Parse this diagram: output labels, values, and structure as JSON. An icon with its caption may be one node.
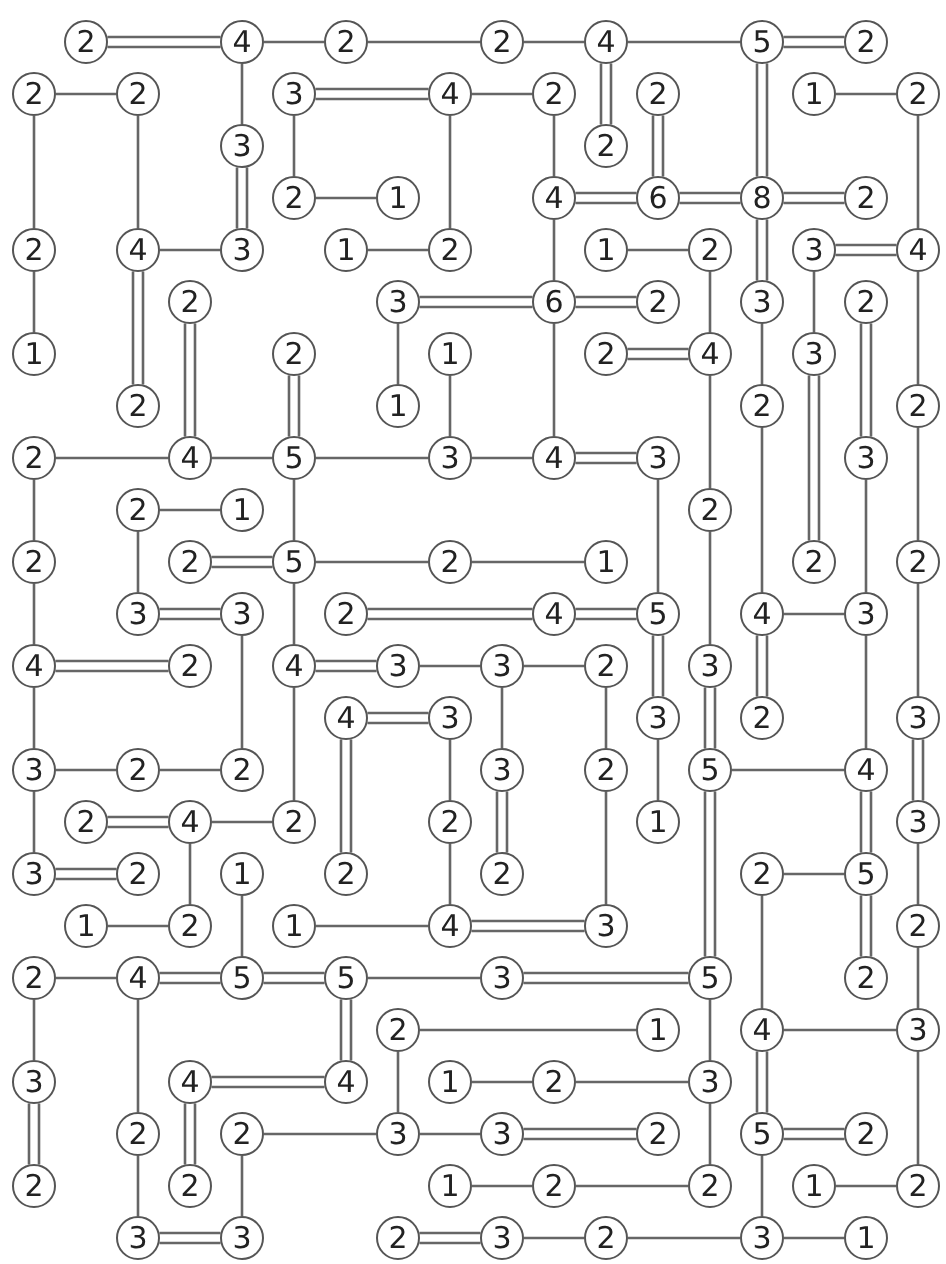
{
  "diagram": {
    "nodes": [
      {
        "text": [
          "2"
        ]
      },
      {
        "text": [
          "4"
        ]
      },
      {
        "text": [
          "2"
        ]
      },
      {
        "text": [
          "2"
        ]
      },
      {
        "text": [
          "4"
        ]
      },
      {
        "text": [
          "5"
        ]
      },
      {
        "text": [
          "2"
        ]
      },
      {
        "text": [
          "2"
        ]
      },
      {
        "text": [
          "2"
        ]
      },
      {
        "text": [
          "3"
        ]
      },
      {
        "text": [
          "4"
        ]
      },
      {
        "text": [
          "2"
        ]
      },
      {
        "text": [
          "2"
        ]
      },
      {
        "text": [
          "1"
        ]
      },
      {
        "text": [
          "2"
        ]
      },
      {
        "text": [
          "3"
        ]
      },
      {
        "text": [
          "2"
        ]
      },
      {
        "text": [
          "2"
        ]
      },
      {
        "text": [
          "1"
        ]
      },
      {
        "text": [
          "4"
        ]
      },
      {
        "text": [
          "6"
        ]
      },
      {
        "text": [
          "8"
        ]
      },
      {
        "text": [
          "2"
        ]
      },
      {
        "text": [
          "2"
        ]
      },
      {
        "text": [
          "4"
        ]
      },
      {
        "text": [
          "3"
        ]
      },
      {
        "text": [
          "1"
        ]
      },
      {
        "text": [
          "2"
        ]
      },
      {
        "text": [
          "1"
        ]
      },
      {
        "text": [
          "2"
        ]
      },
      {
        "text": [
          "3"
        ]
      },
      {
        "text": [
          "4"
        ]
      },
      {
        "text": [
          "2"
        ]
      },
      {
        "text": [
          "3"
        ]
      },
      {
        "text": [
          "6"
        ]
      },
      {
        "text": [
          "2"
        ]
      },
      {
        "text": [
          "3"
        ]
      },
      {
        "text": [
          "2"
        ]
      },
      {
        "text": [
          "1"
        ]
      },
      {
        "text": [
          "2"
        ]
      },
      {
        "text": [
          "1"
        ]
      },
      {
        "text": [
          "2"
        ]
      },
      {
        "text": [
          "4"
        ]
      },
      {
        "text": [
          "3"
        ]
      },
      {
        "text": [
          "2"
        ]
      },
      {
        "text": [
          "1"
        ]
      },
      {
        "text": [
          "2"
        ]
      },
      {
        "text": [
          "2"
        ]
      },
      {
        "text": [
          "2"
        ]
      },
      {
        "text": [
          "4"
        ]
      },
      {
        "text": [
          "5"
        ]
      },
      {
        "text": [
          "3"
        ]
      },
      {
        "text": [
          "4"
        ]
      },
      {
        "text": [
          "3"
        ]
      },
      {
        "text": [
          "3"
        ]
      },
      {
        "text": [
          "2"
        ]
      },
      {
        "text": [
          "1"
        ]
      },
      {
        "text": [
          "2"
        ]
      },
      {
        "text": [
          "2"
        ]
      },
      {
        "text": [
          "2"
        ]
      },
      {
        "text": [
          "5"
        ]
      },
      {
        "text": [
          "2"
        ]
      },
      {
        "text": [
          "1"
        ]
      },
      {
        "text": [
          "2"
        ]
      },
      {
        "text": [
          "2"
        ]
      },
      {
        "text": [
          "3"
        ]
      },
      {
        "text": [
          "3"
        ]
      },
      {
        "text": [
          "2"
        ]
      },
      {
        "text": [
          "4"
        ]
      },
      {
        "text": [
          "5"
        ]
      },
      {
        "text": [
          "4"
        ]
      },
      {
        "text": [
          "3"
        ]
      },
      {
        "text": [
          "4"
        ]
      },
      {
        "text": [
          "2"
        ]
      },
      {
        "text": [
          "4"
        ]
      },
      {
        "text": [
          "3"
        ]
      },
      {
        "text": [
          "3"
        ]
      },
      {
        "text": [
          "2"
        ]
      },
      {
        "text": [
          "3"
        ]
      },
      {
        "text": [
          "4"
        ]
      },
      {
        "text": [
          "3"
        ]
      },
      {
        "text": [
          "3"
        ]
      },
      {
        "text": [
          "2"
        ]
      },
      {
        "text": [
          "3"
        ]
      },
      {
        "text": [
          "3"
        ]
      },
      {
        "text": [
          "2"
        ]
      },
      {
        "text": [
          "2"
        ]
      },
      {
        "text": [
          "3"
        ]
      },
      {
        "text": [
          "2"
        ]
      },
      {
        "text": [
          "5"
        ]
      },
      {
        "text": [
          "4"
        ]
      },
      {
        "text": [
          "2"
        ]
      },
      {
        "text": [
          "4"
        ]
      },
      {
        "text": [
          "2"
        ]
      },
      {
        "text": [
          "2"
        ]
      },
      {
        "text": [
          "1"
        ]
      },
      {
        "text": [
          "3"
        ]
      },
      {
        "text": [
          "3"
        ]
      },
      {
        "text": [
          "2"
        ]
      },
      {
        "text": [
          "1"
        ]
      },
      {
        "text": [
          "2"
        ]
      },
      {
        "text": [
          "2"
        ]
      },
      {
        "text": [
          "2"
        ]
      },
      {
        "text": [
          "5"
        ]
      },
      {
        "text": [
          "1"
        ]
      },
      {
        "text": [
          "2"
        ]
      },
      {
        "text": [
          "1"
        ]
      },
      {
        "text": [
          "4"
        ]
      },
      {
        "text": [
          "3"
        ]
      },
      {
        "text": [
          "2"
        ]
      },
      {
        "text": [
          "2"
        ]
      },
      {
        "text": [
          "4"
        ]
      },
      {
        "text": [
          "5"
        ]
      },
      {
        "text": [
          "5"
        ]
      },
      {
        "text": [
          "3"
        ]
      },
      {
        "text": [
          "5"
        ]
      },
      {
        "text": [
          "2"
        ]
      },
      {
        "text": [
          "2"
        ]
      },
      {
        "text": [
          "1"
        ]
      },
      {
        "text": [
          "4"
        ]
      },
      {
        "text": [
          "3"
        ]
      },
      {
        "text": [
          "3"
        ]
      },
      {
        "text": [
          "4"
        ]
      },
      {
        "text": [
          "4"
        ]
      },
      {
        "text": [
          "1"
        ]
      },
      {
        "text": [
          "2"
        ]
      },
      {
        "text": [
          "3"
        ]
      },
      {
        "text": [
          "2"
        ]
      },
      {
        "text": [
          "2"
        ]
      },
      {
        "text": [
          "3"
        ]
      },
      {
        "text": [
          "3"
        ]
      },
      {
        "text": [
          "2"
        ]
      },
      {
        "text": [
          "5"
        ]
      },
      {
        "text": [
          "2"
        ]
      },
      {
        "text": [
          "2"
        ]
      },
      {
        "text": [
          "2"
        ]
      },
      {
        "text": [
          "1"
        ]
      },
      {
        "text": [
          "2"
        ]
      },
      {
        "text": [
          "2"
        ]
      },
      {
        "text": [
          "1"
        ]
      },
      {
        "text": [
          "2"
        ]
      },
      {
        "text": [
          "3"
        ]
      },
      {
        "text": [
          "3"
        ]
      },
      {
        "text": [
          "2"
        ]
      },
      {
        "text": [
          "3"
        ]
      },
      {
        "text": [
          "2"
        ]
      },
      {
        "text": [
          "3"
        ]
      },
      {
        "text": [
          "1"
        ]
      }
    ],
    "edges": [
      {
        "from": 0,
        "to": 1,
        "arrow": "none"
      },
      {
        "from": 0,
        "to": 1,
        "arrow": "none"
      },
      {
        "from": 1,
        "to": 2,
        "arrow": "none"
      },
      {
        "from": 1,
        "to": 15,
        "arrow": "none"
      },
      {
        "from": 2,
        "to": 3,
        "arrow": "none"
      },
      {
        "from": 3,
        "to": 4,
        "arrow": "none"
      },
      {
        "from": 4,
        "to": 5,
        "arrow": "none"
      },
      {
        "from": 4,
        "to": 16,
        "arrow": "none"
      },
      {
        "from": 4,
        "to": 16,
        "arrow": "none"
      },
      {
        "from": 5,
        "to": 6,
        "arrow": "none"
      },
      {
        "from": 5,
        "to": 6,
        "arrow": "none"
      },
      {
        "from": 5,
        "to": 21,
        "arrow": "none"
      },
      {
        "from": 5,
        "to": 21,
        "arrow": "none"
      },
      {
        "from": 7,
        "to": 8,
        "arrow": "none"
      },
      {
        "from": 7,
        "to": 23,
        "arrow": "none"
      },
      {
        "from": 8,
        "to": 24,
        "arrow": "none"
      },
      {
        "from": 9,
        "to": 10,
        "arrow": "none"
      },
      {
        "from": 9,
        "to": 10,
        "arrow": "none"
      },
      {
        "from": 9,
        "to": 17,
        "arrow": "none"
      },
      {
        "from": 10,
        "to": 11,
        "arrow": "none"
      },
      {
        "from": 10,
        "to": 27,
        "arrow": "none"
      },
      {
        "from": 11,
        "to": 19,
        "arrow": "none"
      },
      {
        "from": 12,
        "to": 20,
        "arrow": "none"
      },
      {
        "from": 12,
        "to": 20,
        "arrow": "none"
      },
      {
        "from": 13,
        "to": 14,
        "arrow": "none"
      },
      {
        "from": 14,
        "to": 31,
        "arrow": "none"
      },
      {
        "from": 15,
        "to": 25,
        "arrow": "none"
      },
      {
        "from": 15,
        "to": 25,
        "arrow": "none"
      },
      {
        "from": 17,
        "to": 18,
        "arrow": "none"
      },
      {
        "from": 19,
        "to": 20,
        "arrow": "none"
      },
      {
        "from": 19,
        "to": 20,
        "arrow": "none"
      },
      {
        "from": 19,
        "to": 34,
        "arrow": "none"
      },
      {
        "from": 20,
        "to": 21,
        "arrow": "none"
      },
      {
        "from": 20,
        "to": 21,
        "arrow": "none"
      },
      {
        "from": 21,
        "to": 22,
        "arrow": "none"
      },
      {
        "from": 21,
        "to": 22,
        "arrow": "none"
      },
      {
        "from": 21,
        "to": 36,
        "arrow": "none"
      },
      {
        "from": 21,
        "to": 36,
        "arrow": "none"
      },
      {
        "from": 23,
        "to": 38,
        "arrow": "none"
      },
      {
        "from": 24,
        "to": 25,
        "arrow": "none"
      },
      {
        "from": 24,
        "to": 44,
        "arrow": "none"
      },
      {
        "from": 24,
        "to": 44,
        "arrow": "none"
      },
      {
        "from": 26,
        "to": 27,
        "arrow": "none"
      },
      {
        "from": 28,
        "to": 29,
        "arrow": "none"
      },
      {
        "from": 29,
        "to": 42,
        "arrow": "none"
      },
      {
        "from": 30,
        "to": 31,
        "arrow": "none"
      },
      {
        "from": 30,
        "to": 31,
        "arrow": "none"
      },
      {
        "from": 30,
        "to": 43,
        "arrow": "none"
      },
      {
        "from": 31,
        "to": 47,
        "arrow": "none"
      },
      {
        "from": 32,
        "to": 49,
        "arrow": "none"
      },
      {
        "from": 32,
        "to": 49,
        "arrow": "none"
      },
      {
        "from": 33,
        "to": 34,
        "arrow": "none"
      },
      {
        "from": 33,
        "to": 34,
        "arrow": "none"
      },
      {
        "from": 33,
        "to": 45,
        "arrow": "none"
      },
      {
        "from": 34,
        "to": 35,
        "arrow": "none"
      },
      {
        "from": 34,
        "to": 35,
        "arrow": "none"
      },
      {
        "from": 34,
        "to": 52,
        "arrow": "none"
      },
      {
        "from": 36,
        "to": 46,
        "arrow": "none"
      },
      {
        "from": 37,
        "to": 54,
        "arrow": "none"
      },
      {
        "from": 37,
        "to": 54,
        "arrow": "none"
      },
      {
        "from": 39,
        "to": 50,
        "arrow": "none"
      },
      {
        "from": 39,
        "to": 50,
        "arrow": "none"
      },
      {
        "from": 40,
        "to": 51,
        "arrow": "none"
      },
      {
        "from": 41,
        "to": 42,
        "arrow": "none"
      },
      {
        "from": 41,
        "to": 42,
        "arrow": "none"
      },
      {
        "from": 42,
        "to": 57,
        "arrow": "none"
      },
      {
        "from": 43,
        "to": 63,
        "arrow": "none"
      },
      {
        "from": 43,
        "to": 63,
        "arrow": "none"
      },
      {
        "from": 46,
        "to": 70,
        "arrow": "none"
      },
      {
        "from": 47,
        "to": 64,
        "arrow": "none"
      },
      {
        "from": 48,
        "to": 49,
        "arrow": "none"
      },
      {
        "from": 48,
        "to": 58,
        "arrow": "none"
      },
      {
        "from": 49,
        "to": 50,
        "arrow": "none"
      },
      {
        "from": 50,
        "to": 51,
        "arrow": "none"
      },
      {
        "from": 50,
        "to": 60,
        "arrow": "none"
      },
      {
        "from": 51,
        "to": 52,
        "arrow": "none"
      },
      {
        "from": 52,
        "to": 53,
        "arrow": "none"
      },
      {
        "from": 52,
        "to": 53,
        "arrow": "none"
      },
      {
        "from": 53,
        "to": 69,
        "arrow": "none"
      },
      {
        "from": 54,
        "to": 71,
        "arrow": "none"
      },
      {
        "from": 55,
        "to": 56,
        "arrow": "none"
      },
      {
        "from": 55,
        "to": 65,
        "arrow": "none"
      },
      {
        "from": 57,
        "to": 78,
        "arrow": "none"
      },
      {
        "from": 58,
        "to": 72,
        "arrow": "none"
      },
      {
        "from": 59,
        "to": 60,
        "arrow": "none"
      },
      {
        "from": 59,
        "to": 60,
        "arrow": "none"
      },
      {
        "from": 60,
        "to": 61,
        "arrow": "none"
      },
      {
        "from": 60,
        "to": 74,
        "arrow": "none"
      },
      {
        "from": 61,
        "to": 62,
        "arrow": "none"
      },
      {
        "from": 64,
        "to": 83,
        "arrow": "none"
      },
      {
        "from": 65,
        "to": 66,
        "arrow": "none"
      },
      {
        "from": 65,
        "to": 66,
        "arrow": "none"
      },
      {
        "from": 66,
        "to": 86,
        "arrow": "none"
      },
      {
        "from": 67,
        "to": 68,
        "arrow": "none"
      },
      {
        "from": 67,
        "to": 68,
        "arrow": "none"
      },
      {
        "from": 68,
        "to": 69,
        "arrow": "none"
      },
      {
        "from": 68,
        "to": 69,
        "arrow": "none"
      },
      {
        "from": 69,
        "to": 81,
        "arrow": "none"
      },
      {
        "from": 69,
        "to": 81,
        "arrow": "none"
      },
      {
        "from": 70,
        "to": 71,
        "arrow": "none"
      },
      {
        "from": 70,
        "to": 82,
        "arrow": "none"
      },
      {
        "from": 70,
        "to": 82,
        "arrow": "none"
      },
      {
        "from": 71,
        "to": 90,
        "arrow": "none"
      },
      {
        "from": 72,
        "to": 73,
        "arrow": "none"
      },
      {
        "from": 72,
        "to": 73,
        "arrow": "none"
      },
      {
        "from": 72,
        "to": 84,
        "arrow": "none"
      },
      {
        "from": 74,
        "to": 75,
        "arrow": "none"
      },
      {
        "from": 74,
        "to": 75,
        "arrow": "none"
      },
      {
        "from": 74,
        "to": 93,
        "arrow": "none"
      },
      {
        "from": 75,
        "to": 76,
        "arrow": "none"
      },
      {
        "from": 76,
        "to": 77,
        "arrow": "none"
      },
      {
        "from": 76,
        "to": 87,
        "arrow": "none"
      },
      {
        "from": 77,
        "to": 88,
        "arrow": "none"
      },
      {
        "from": 78,
        "to": 89,
        "arrow": "none"
      },
      {
        "from": 78,
        "to": 89,
        "arrow": "none"
      },
      {
        "from": 79,
        "to": 80,
        "arrow": "none"
      },
      {
        "from": 79,
        "to": 80,
        "arrow": "none"
      },
      {
        "from": 79,
        "to": 100,
        "arrow": "none"
      },
      {
        "from": 79,
        "to": 100,
        "arrow": "none"
      },
      {
        "from": 80,
        "to": 94,
        "arrow": "none"
      },
      {
        "from": 81,
        "to": 95,
        "arrow": "none"
      },
      {
        "from": 83,
        "to": 96,
        "arrow": "none"
      },
      {
        "from": 83,
        "to": 96,
        "arrow": "none"
      },
      {
        "from": 84,
        "to": 85,
        "arrow": "none"
      },
      {
        "from": 84,
        "to": 97,
        "arrow": "none"
      },
      {
        "from": 85,
        "to": 86,
        "arrow": "none"
      },
      {
        "from": 87,
        "to": 101,
        "arrow": "none"
      },
      {
        "from": 87,
        "to": 101,
        "arrow": "none"
      },
      {
        "from": 88,
        "to": 108,
        "arrow": "none"
      },
      {
        "from": 89,
        "to": 90,
        "arrow": "none"
      },
      {
        "from": 89,
        "to": 115,
        "arrow": "none"
      },
      {
        "from": 89,
        "to": 115,
        "arrow": "none"
      },
      {
        "from": 90,
        "to": 103,
        "arrow": "none"
      },
      {
        "from": 90,
        "to": 103,
        "arrow": "none"
      },
      {
        "from": 91,
        "to": 92,
        "arrow": "none"
      },
      {
        "from": 91,
        "to": 92,
        "arrow": "none"
      },
      {
        "from": 92,
        "to": 93,
        "arrow": "none"
      },
      {
        "from": 92,
        "to": 105,
        "arrow": "none"
      },
      {
        "from": 94,
        "to": 107,
        "arrow": "none"
      },
      {
        "from": 96,
        "to": 109,
        "arrow": "none"
      },
      {
        "from": 97,
        "to": 98,
        "arrow": "none"
      },
      {
        "from": 97,
        "to": 98,
        "arrow": "none"
      },
      {
        "from": 99,
        "to": 112,
        "arrow": "none"
      },
      {
        "from": 102,
        "to": 103,
        "arrow": "none"
      },
      {
        "from": 102,
        "to": 119,
        "arrow": "none"
      },
      {
        "from": 103,
        "to": 116,
        "arrow": "none"
      },
      {
        "from": 103,
        "to": 116,
        "arrow": "none"
      },
      {
        "from": 104,
        "to": 105,
        "arrow": "none"
      },
      {
        "from": 106,
        "to": 107,
        "arrow": "none"
      },
      {
        "from": 107,
        "to": 108,
        "arrow": "none"
      },
      {
        "from": 107,
        "to": 108,
        "arrow": "none"
      },
      {
        "from": 109,
        "to": 120,
        "arrow": "none"
      },
      {
        "from": 110,
        "to": 111,
        "arrow": "none"
      },
      {
        "from": 110,
        "to": 121,
        "arrow": "none"
      },
      {
        "from": 111,
        "to": 112,
        "arrow": "none"
      },
      {
        "from": 111,
        "to": 112,
        "arrow": "none"
      },
      {
        "from": 111,
        "to": 127,
        "arrow": "none"
      },
      {
        "from": 112,
        "to": 113,
        "arrow": "none"
      },
      {
        "from": 112,
        "to": 113,
        "arrow": "none"
      },
      {
        "from": 113,
        "to": 114,
        "arrow": "none"
      },
      {
        "from": 113,
        "to": 123,
        "arrow": "none"
      },
      {
        "from": 113,
        "to": 123,
        "arrow": "none"
      },
      {
        "from": 114,
        "to": 115,
        "arrow": "none"
      },
      {
        "from": 114,
        "to": 115,
        "arrow": "none"
      },
      {
        "from": 115,
        "to": 126,
        "arrow": "none"
      },
      {
        "from": 117,
        "to": 118,
        "arrow": "none"
      },
      {
        "from": 117,
        "to": 129,
        "arrow": "none"
      },
      {
        "from": 119,
        "to": 120,
        "arrow": "none"
      },
      {
        "from": 119,
        "to": 132,
        "arrow": "none"
      },
      {
        "from": 119,
        "to": 132,
        "arrow": "none"
      },
      {
        "from": 120,
        "to": 140,
        "arrow": "none"
      },
      {
        "from": 121,
        "to": 134,
        "arrow": "none"
      },
      {
        "from": 121,
        "to": 134,
        "arrow": "none"
      },
      {
        "from": 122,
        "to": 123,
        "arrow": "none"
      },
      {
        "from": 122,
        "to": 123,
        "arrow": "none"
      },
      {
        "from": 122,
        "to": 135,
        "arrow": "none"
      },
      {
        "from": 122,
        "to": 135,
        "arrow": "none"
      },
      {
        "from": 124,
        "to": 125,
        "arrow": "none"
      },
      {
        "from": 125,
        "to": 126,
        "arrow": "none"
      },
      {
        "from": 126,
        "to": 138,
        "arrow": "none"
      },
      {
        "from": 127,
        "to": 141,
        "arrow": "none"
      },
      {
        "from": 128,
        "to": 129,
        "arrow": "none"
      },
      {
        "from": 128,
        "to": 142,
        "arrow": "none"
      },
      {
        "from": 129,
        "to": 130,
        "arrow": "none"
      },
      {
        "from": 130,
        "to": 131,
        "arrow": "none"
      },
      {
        "from": 130,
        "to": 131,
        "arrow": "none"
      },
      {
        "from": 132,
        "to": 133,
        "arrow": "none"
      },
      {
        "from": 132,
        "to": 133,
        "arrow": "none"
      },
      {
        "from": 132,
        "to": 146,
        "arrow": "none"
      },
      {
        "from": 136,
        "to": 137,
        "arrow": "none"
      },
      {
        "from": 137,
        "to": 138,
        "arrow": "none"
      },
      {
        "from": 139,
        "to": 140,
        "arrow": "none"
      },
      {
        "from": 141,
        "to": 142,
        "arrow": "none"
      },
      {
        "from": 141,
        "to": 142,
        "arrow": "none"
      },
      {
        "from": 143,
        "to": 144,
        "arrow": "none"
      },
      {
        "from": 143,
        "to": 144,
        "arrow": "none"
      },
      {
        "from": 144,
        "to": 145,
        "arrow": "none"
      },
      {
        "from": 145,
        "to": 146,
        "arrow": "none"
      },
      {
        "from": 146,
        "to": 147,
        "arrow": "none"
      }
    ]
  }
}
